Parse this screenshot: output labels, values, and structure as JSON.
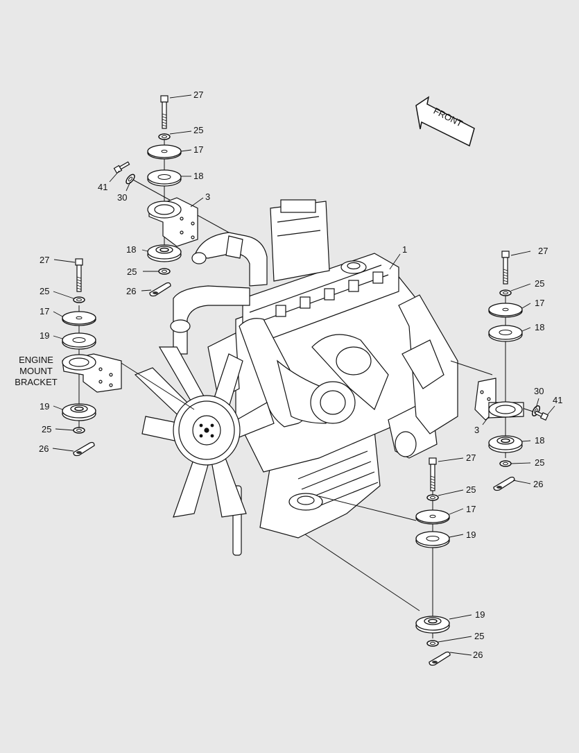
{
  "front_arrow": {
    "text": "FRONT"
  },
  "bracket_label": {
    "lines": [
      "ENGINE",
      "MOUNT",
      "BRACKET"
    ]
  },
  "callouts": {
    "c1": "1",
    "c27a": "27",
    "c25a": "25",
    "c17a": "17",
    "c18a": "18",
    "c41a": "41",
    "c30a": "30",
    "c3a": "3",
    "c18b": "18",
    "c25b": "25",
    "c26a": "26",
    "c27b": "27",
    "c25c": "25",
    "c17b": "17",
    "c19a": "19",
    "c19b": "19",
    "c25d": "25",
    "c26b": "26",
    "c27c": "27",
    "c25e": "25",
    "c17c": "17",
    "c18c": "18",
    "c30b": "30",
    "c41b": "41",
    "c3b": "3",
    "c18d": "18",
    "c25f": "25",
    "c26c": "26",
    "c27d": "27",
    "c25g": "25",
    "c17d": "17",
    "c19c": "19",
    "c19d": "19",
    "c25h": "25",
    "c26d": "26"
  }
}
